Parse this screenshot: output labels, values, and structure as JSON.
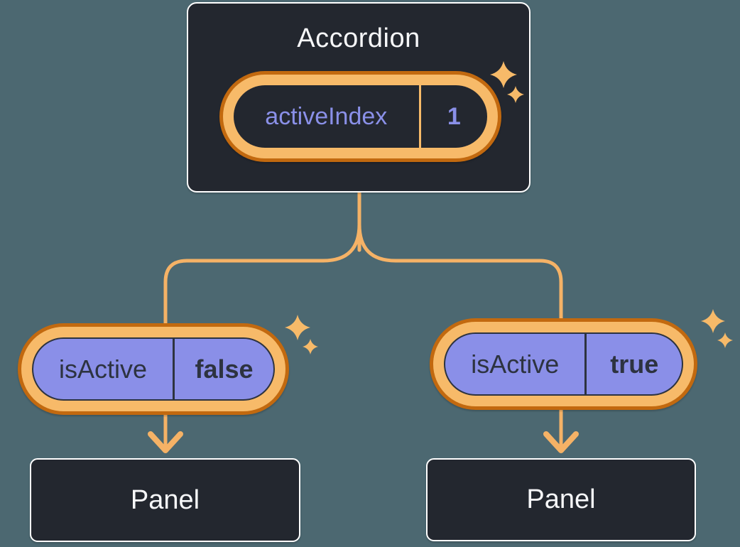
{
  "diagram": {
    "accordion": {
      "title": "Accordion",
      "state_pill": {
        "name": "activeIndex",
        "value": "1"
      }
    },
    "children": [
      {
        "prop_pill": {
          "name": "isActive",
          "value": "false"
        },
        "panel": {
          "label": "Panel"
        }
      },
      {
        "prop_pill": {
          "name": "isActive",
          "value": "true"
        },
        "panel": {
          "label": "Panel"
        }
      }
    ]
  },
  "icons": {
    "sparkle": "✦",
    "arrow_down": "↓"
  },
  "colors": {
    "background": "#4C6871",
    "card_background": "#23272F",
    "card_border": "#FFFFFF",
    "title_text": "#F6F7F9",
    "purple_fill": "#8A8FE8",
    "purple_text": "#8A90E8",
    "orange_dark": "#C2690F",
    "orange_light": "#F7BA69",
    "connector": "#F5B266",
    "dark_text": "#2D3340"
  }
}
